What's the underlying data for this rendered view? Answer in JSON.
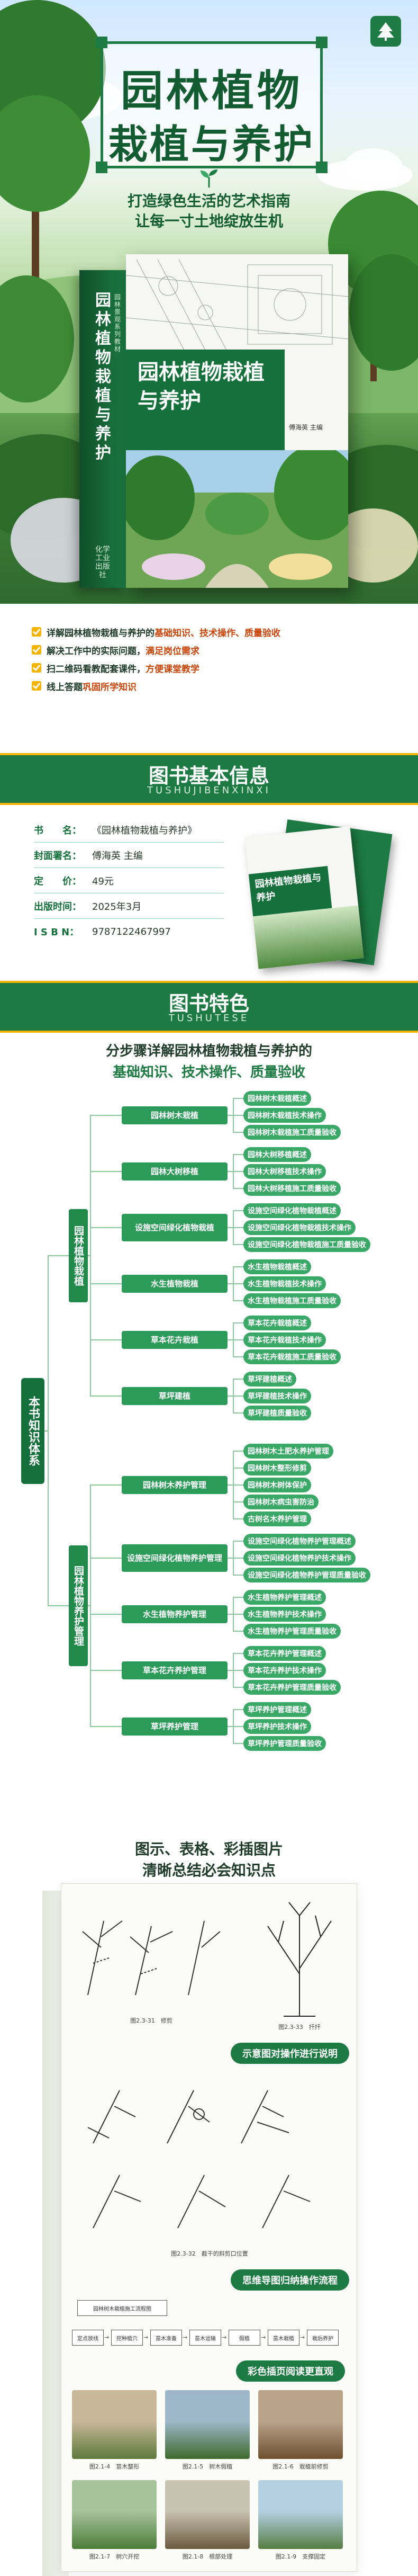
{
  "hero": {
    "title_line1": "园林植物",
    "title_line2": "栽植与养护",
    "subtitle_line1": "打造绿色生活的艺术指南",
    "subtitle_line2": "让每一寸土地绽放生机",
    "book_cover_title": "园林植物栽植与养护",
    "book_spine_title": "园林植物栽植与养护",
    "book_spine_series": "园林景观系列教材",
    "book_publisher": "化学工业出版社",
    "book_editor": "傅海英 主编",
    "bullets": [
      {
        "pre": "详解园林植物栽植与养护的",
        "hl": "基础知识、技术操作、质量验收",
        "post": ""
      },
      {
        "pre": "解决工作中的实际问题，",
        "hl": "满足岗位需求",
        "post": ""
      },
      {
        "pre": "扫二维码看教配套课件，",
        "hl": "方便课堂教学",
        "post": ""
      },
      {
        "pre": "线上答题",
        "hl": "巩固所学知识",
        "post": ""
      }
    ]
  },
  "info": {
    "header": "图书基本信息",
    "pinyin": "TUSHUJIBENXINXI",
    "rows": [
      {
        "label": "书　　名：",
        "value": "《园林植物栽植与养护》"
      },
      {
        "label": "封面署名：",
        "value": "傅海英 主编"
      },
      {
        "label": "定　　价：",
        "value": "49元"
      },
      {
        "label": "出版时间：",
        "value": "2025年3月"
      },
      {
        "label": "I S B N：",
        "value": "9787122467997"
      }
    ]
  },
  "features": {
    "header": "图书特色",
    "pinyin": "TUSHUTESE",
    "heading_line1": "分步骤详解园林植物栽植与养护的",
    "heading_line2": "基础知识、技术操作、质量验收",
    "root": "本书知识体系",
    "groups": [
      {
        "label": "园林植物栽植",
        "children": [
          {
            "label": "园林树木栽植",
            "items": [
              "园林树木栽植概述",
              "园林树木栽植技术操作",
              "园林树木栽植施工质量验收"
            ]
          },
          {
            "label": "园林大树移植",
            "items": [
              "园林大树移植概述",
              "园林大树移植技术操作",
              "园林大树移植施工质量验收"
            ]
          },
          {
            "label": "设施空间绿化植物栽植",
            "items": [
              "设施空间绿化植物栽植概述",
              "设施空间绿化植物栽植技术操作",
              "设施空间绿化植物栽植施工质量验收"
            ]
          },
          {
            "label": "水生植物栽植",
            "items": [
              "水生植物栽植概述",
              "水生植物栽植技术操作",
              "水生植物栽植施工质量验收"
            ]
          },
          {
            "label": "草本花卉栽植",
            "items": [
              "草本花卉栽植概述",
              "草本花卉栽植技术操作",
              "草本花卉栽植施工质量验收"
            ]
          },
          {
            "label": "草坪建植",
            "items": [
              "草坪建植概述",
              "草坪建植技术操作",
              "草坪建植质量验收"
            ]
          }
        ]
      },
      {
        "label": "园林植物养护管理",
        "children": [
          {
            "label": "园林树木养护管理",
            "items": [
              "园林树木土肥水养护管理",
              "园林树木整形修剪",
              "园林树木树体保护",
              "园林树木病虫害防治",
              "古树名木养护管理"
            ]
          },
          {
            "label": "设施空间绿化植物养护管理",
            "items": [
              "设施空间绿化植物养护管理概述",
              "设施空间绿化植物养护技术操作",
              "设施空间绿化植物养护管理质量验收"
            ]
          },
          {
            "label": "水生植物养护管理",
            "items": [
              "水生植物养护管理概述",
              "水生植物养护技术操作",
              "水生植物养护管理质量验收"
            ]
          },
          {
            "label": "草本花卉养护管理",
            "items": [
              "草本花卉养护管理概述",
              "草本花卉养护技术操作",
              "草本花卉养护管理质量验收"
            ]
          },
          {
            "label": "草坪养护管理",
            "items": [
              "草坪养护管理概述",
              "草坪养护技术操作",
              "草坪养护管理质量验收"
            ]
          }
        ]
      }
    ]
  },
  "illustrations": {
    "heading_line1": "图示、表格、彩插图片",
    "heading_line2": "清晰总结必会知识点",
    "tag_diagram": "示意图对操作进行说明",
    "tag_flow": "思维导图归纳操作流程",
    "tag_color": "彩色插页阅读更直观",
    "fig1_caption": "图2.3-31　修剪",
    "fig2_caption": "图2.3-33　扦扦",
    "fig3_caption": "图2.3-32　截干的斜剪口位置",
    "flow_title": "园林树木栽植施工流程图",
    "flow_steps": [
      "定点放线",
      "挖种植穴",
      "苗木准备",
      "苗木运输",
      "假植",
      "苗木栽植",
      "栽后养护"
    ],
    "photo_captions": [
      "图2.1-4　苗木整形",
      "图2.1-5　树木假植",
      "图2.1-6　栽植前修剪",
      "图2.1-7　树穴开挖",
      "图2.1-8　根部处理",
      "图2.1-9　支撑固定"
    ]
  }
}
